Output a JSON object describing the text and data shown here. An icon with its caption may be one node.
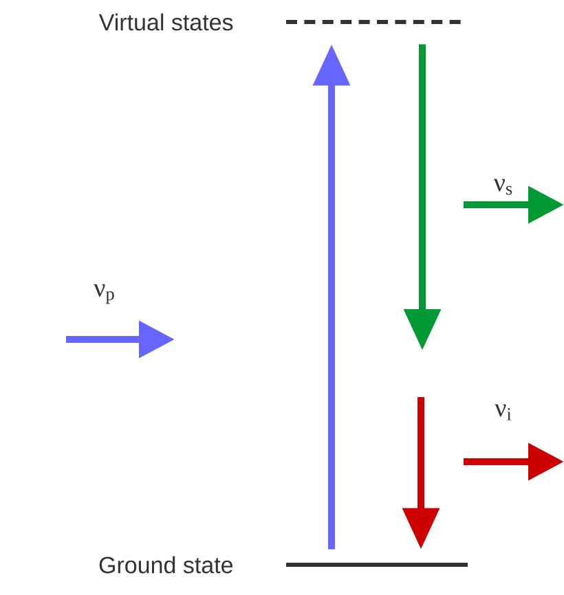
{
  "diagram": {
    "nodes": [
      {
        "text": [],
        "shape": "bar",
        "beside": [
          "Virtual states"
        ]
      },
      {
        "text": [],
        "shape": "bar",
        "beside": [
          "Ground state"
        ]
      }
    ],
    "edges": [
      {
        "from": 1,
        "to": 0,
        "arrow": "to",
        "color": "#6666ff"
      },
      {
        "from": 0,
        "to": null,
        "arrow": "to",
        "color": "#009933"
      },
      {
        "from": null,
        "to": 1,
        "arrow": "to",
        "color": "#cc0000"
      }
    ],
    "labels": [
      "ν$_{p}$",
      "ν$_{s}$",
      "ν$_{i}$"
    ]
  }
}
